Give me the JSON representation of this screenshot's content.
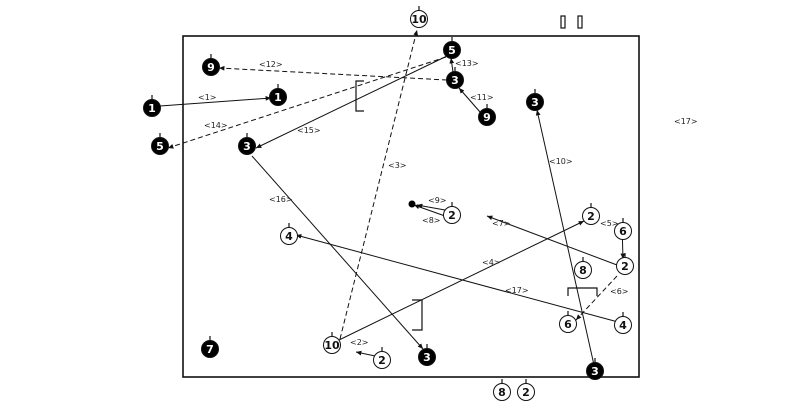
{
  "players": [
    {
      "id": "p10-top",
      "label": "10",
      "team": "white"
    },
    {
      "id": "p9-black-left",
      "label": "9",
      "team": "black"
    },
    {
      "id": "p5-black-top",
      "label": "5",
      "team": "black"
    },
    {
      "id": "p3-black-top",
      "label": "3",
      "team": "black"
    },
    {
      "id": "p1-black-left",
      "label": "1",
      "team": "black"
    },
    {
      "id": "p1-black-mid",
      "label": "1",
      "team": "black"
    },
    {
      "id": "p9-black-right",
      "label": "9",
      "team": "black"
    },
    {
      "id": "p3-black-right",
      "label": "3",
      "team": "black"
    },
    {
      "id": "p5-black-left",
      "label": "5",
      "team": "black"
    },
    {
      "id": "p3-black-mid",
      "label": "3",
      "team": "black"
    },
    {
      "id": "p2-white-ball",
      "label": "2",
      "team": "white"
    },
    {
      "id": "p2-white-right-top",
      "label": "2",
      "team": "white"
    },
    {
      "id": "p6-white-right",
      "label": "6",
      "team": "white"
    },
    {
      "id": "p4-white-left",
      "label": "4",
      "team": "white"
    },
    {
      "id": "p2-white-right",
      "label": "2",
      "team": "white"
    },
    {
      "id": "p8-white-mid",
      "label": "8",
      "team": "white"
    },
    {
      "id": "p6-white-bottom",
      "label": "6",
      "team": "white"
    },
    {
      "id": "p4-white-bottom",
      "label": "4",
      "team": "white"
    },
    {
      "id": "p7-black",
      "label": "7",
      "team": "black"
    },
    {
      "id": "p10-white-bottom",
      "label": "10",
      "team": "white"
    },
    {
      "id": "p2-white-bottom",
      "label": "2",
      "team": "white"
    },
    {
      "id": "p3-black-bottom",
      "label": "3",
      "team": "black"
    },
    {
      "id": "p3-black-corner",
      "label": "3",
      "team": "black"
    },
    {
      "id": "p8-white-outside",
      "label": "8",
      "team": "white"
    },
    {
      "id": "p2-white-outside",
      "label": "2",
      "team": "white"
    }
  ],
  "movements": [
    {
      "label": "<1>",
      "style": "solid"
    },
    {
      "label": "<2>",
      "style": "solid"
    },
    {
      "label": "<3>",
      "style": "dashed"
    },
    {
      "label": "<4>",
      "style": "solid"
    },
    {
      "label": "<5>",
      "style": "solid"
    },
    {
      "label": "<6>",
      "style": "dashed"
    },
    {
      "label": "<7>",
      "style": "solid"
    },
    {
      "label": "<8>",
      "style": "solid"
    },
    {
      "label": "<9>",
      "style": "solid"
    },
    {
      "label": "<10>",
      "style": "solid"
    },
    {
      "label": "<11>",
      "style": "solid"
    },
    {
      "label": "<12>",
      "style": "dashed"
    },
    {
      "label": "<13>",
      "style": "solid"
    },
    {
      "label": "<14>",
      "style": "dashed"
    },
    {
      "label": "<15>",
      "style": "solid"
    },
    {
      "label": "<16>",
      "style": "solid"
    },
    {
      "label": "<17>",
      "style": "solid"
    }
  ],
  "side_label": "<17>",
  "colors": {
    "line": "#111111",
    "black_fill": "#000000",
    "white_fill": "#ffffff",
    "background": "#ffffff"
  }
}
